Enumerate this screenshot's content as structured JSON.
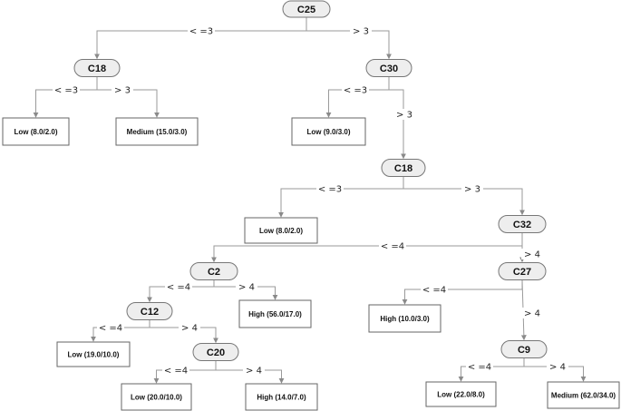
{
  "nodes": [
    {
      "id": "n1",
      "label": "C25"
    },
    {
      "id": "n2",
      "label": "C18"
    },
    {
      "id": "n3",
      "label": "C30"
    },
    {
      "id": "n4",
      "label": "C18"
    },
    {
      "id": "n5",
      "label": "C32"
    },
    {
      "id": "n6",
      "label": "C2"
    },
    {
      "id": "n7",
      "label": "C27"
    },
    {
      "id": "n8",
      "label": "C12"
    },
    {
      "id": "n9",
      "label": "C20"
    },
    {
      "id": "n10",
      "label": "C9"
    }
  ],
  "leaves": [
    {
      "id": "l1",
      "label": "Low (8.0/2.0)"
    },
    {
      "id": "l2",
      "label": "Medium (15.0/3.0)"
    },
    {
      "id": "l3",
      "label": "Low (9.0/3.0)"
    },
    {
      "id": "l4",
      "label": "Low (8.0/2.0)"
    },
    {
      "id": "l5",
      "label": "High (56.0/17.0)"
    },
    {
      "id": "l6",
      "label": "High (10.0/3.0)"
    },
    {
      "id": "l7",
      "label": "Low (19.0/10.0)"
    },
    {
      "id": "l8",
      "label": "Low (20.0/10.0)"
    },
    {
      "id": "l9",
      "label": "High (14.0/7.0)"
    },
    {
      "id": "l10",
      "label": "Low (22.0/8.0)"
    },
    {
      "id": "l11",
      "label": "Medium (62.0/34.0)"
    }
  ],
  "edges": [
    {
      "from": "n1",
      "to": "n2",
      "label": "< =3"
    },
    {
      "from": "n1",
      "to": "n3",
      "label": "> 3"
    },
    {
      "from": "n2",
      "to": "l1",
      "label": "< =3"
    },
    {
      "from": "n2",
      "to": "l2",
      "label": "> 3"
    },
    {
      "from": "n3",
      "to": "l3",
      "label": "< =3"
    },
    {
      "from": "n3",
      "to": "n4",
      "label": "> 3"
    },
    {
      "from": "n4",
      "to": "l4",
      "label": "< =3"
    },
    {
      "from": "n4",
      "to": "n5",
      "label": "> 3"
    },
    {
      "from": "n5",
      "to": "n6",
      "label": "< =4"
    },
    {
      "from": "n5",
      "to": "n7",
      "label": "> 4"
    },
    {
      "from": "n6",
      "to": "n8",
      "label": "< =4"
    },
    {
      "from": "n6",
      "to": "l5",
      "label": "> 4"
    },
    {
      "from": "n7",
      "to": "l6",
      "label": "< =4"
    },
    {
      "from": "n7",
      "to": "n10",
      "label": "> 4"
    },
    {
      "from": "n8",
      "to": "l7",
      "label": "< =4"
    },
    {
      "from": "n8",
      "to": "n9",
      "label": "> 4"
    },
    {
      "from": "n9",
      "to": "l8",
      "label": "< =4"
    },
    {
      "from": "n9",
      "to": "l9",
      "label": "> 4"
    },
    {
      "from": "n10",
      "to": "l10",
      "label": "< =4"
    },
    {
      "from": "n10",
      "to": "l11",
      "label": "> 4"
    }
  ]
}
